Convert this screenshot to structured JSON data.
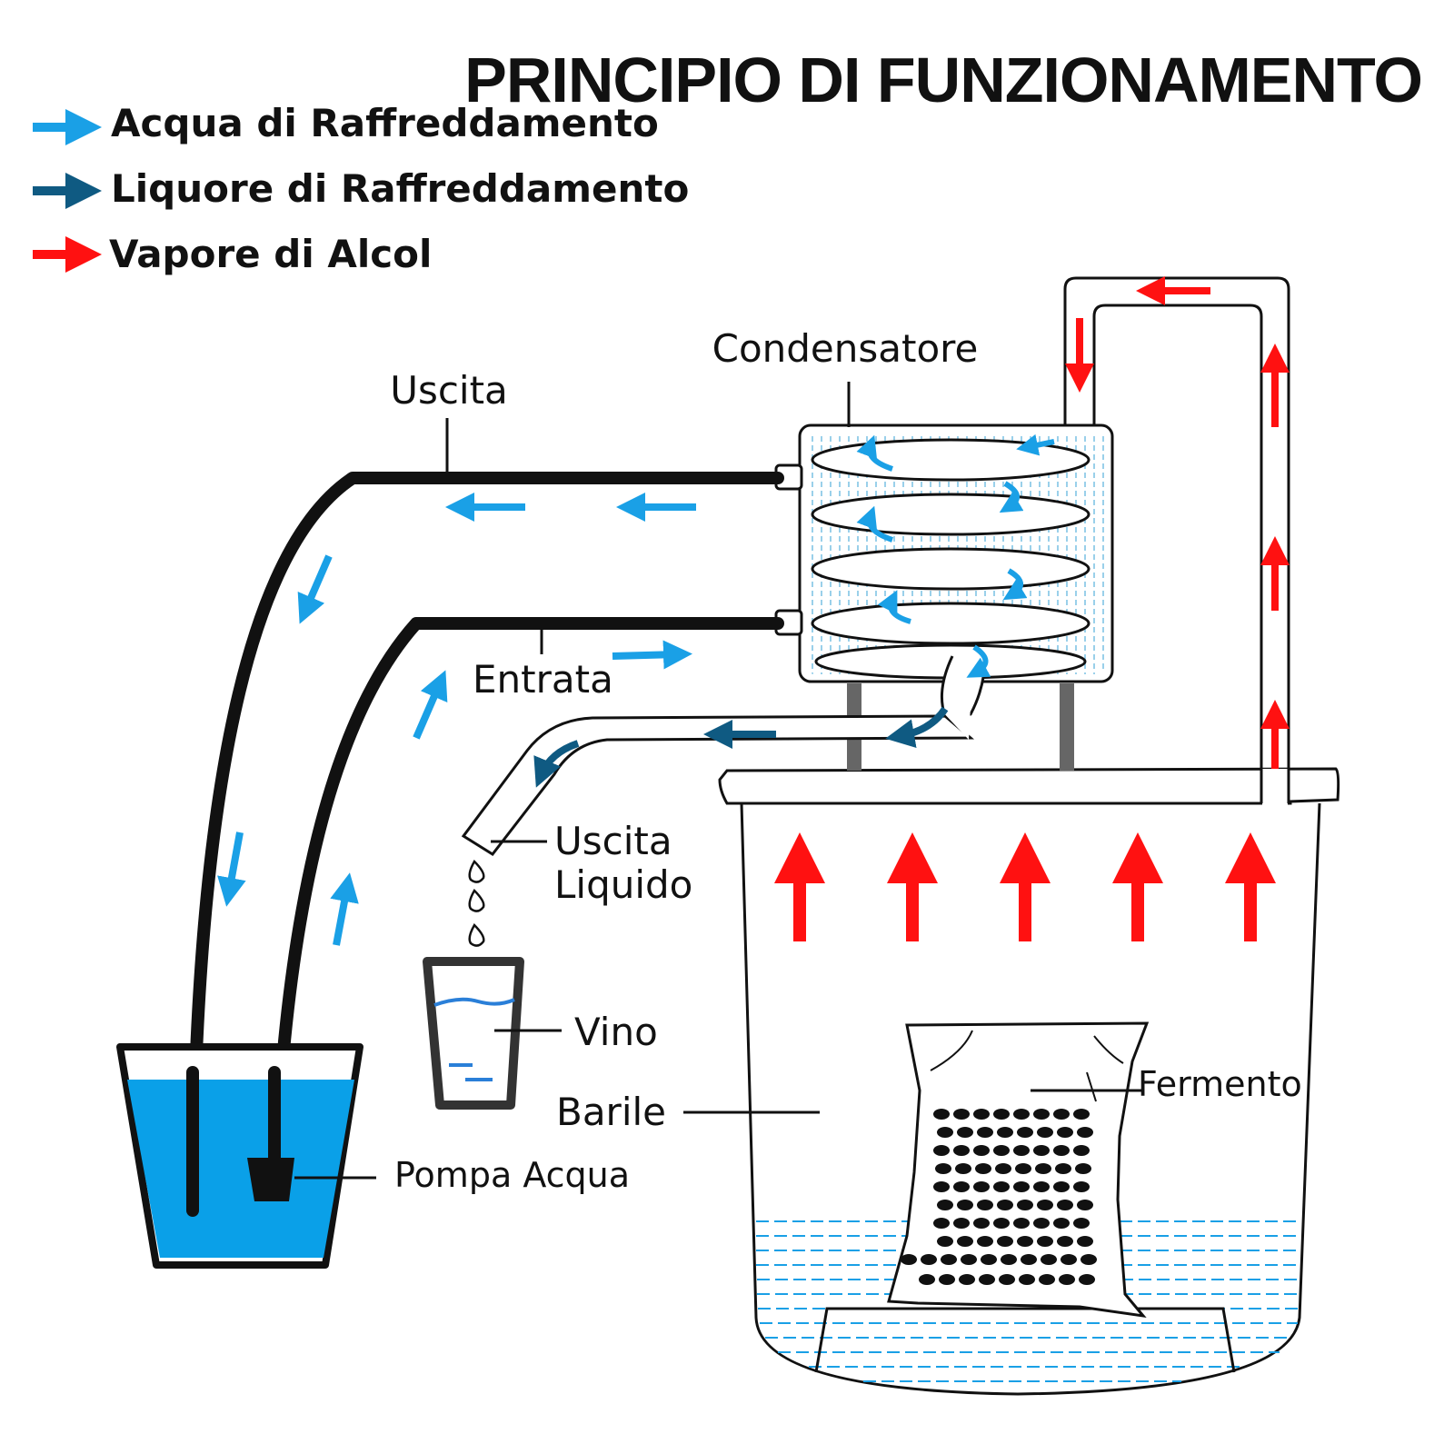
{
  "title": "PRINCIPIO DI FUNZIONAMENTO",
  "legend": [
    {
      "label": "Acqua di Raffreddamento",
      "color": "#1aa0e6",
      "icon": "light-blue-arrow-icon"
    },
    {
      "label": "Liquore di Raffreddamento",
      "color": "#0f5a82",
      "icon": "dark-blue-arrow-icon"
    },
    {
      "label": "Vapore di Alcol",
      "color": "#ff1111",
      "icon": "red-arrow-icon"
    }
  ],
  "labels": {
    "condensatore": "Condensatore",
    "uscita": "Uscita",
    "entrata": "Entrata",
    "uscita_liquido_1": "Uscita",
    "uscita_liquido_2": "Liquido",
    "vino": "Vino",
    "barile": "Barile",
    "fermento": "Fermento",
    "pompa_acqua": "Pompa Acqua"
  },
  "colors": {
    "water": "#0aa0e8",
    "cooling_water": "#1aa0e6",
    "cooling_liquor": "#0f5a82",
    "vapor": "#ff1111",
    "outline": "#111111",
    "legs": "#666666"
  }
}
